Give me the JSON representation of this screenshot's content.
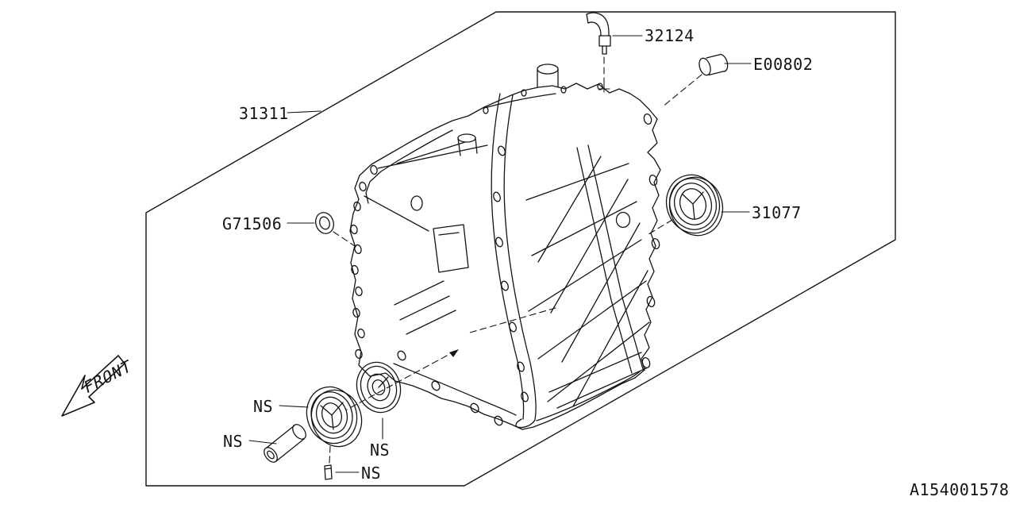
{
  "doc_id": "A154001578",
  "front_label": "FRONT",
  "parts": {
    "breather_pipe": {
      "number": "32124"
    },
    "plug": {
      "number": "E00802"
    },
    "case_assembly": {
      "number": "31311"
    },
    "oring_seal": {
      "number": "G71506"
    },
    "oil_seal": {
      "number": "31077"
    }
  },
  "ns_markers": [
    "NS",
    "NS",
    "NS",
    "NS"
  ],
  "colors": {
    "line": "#141414",
    "background": "#ffffff"
  }
}
